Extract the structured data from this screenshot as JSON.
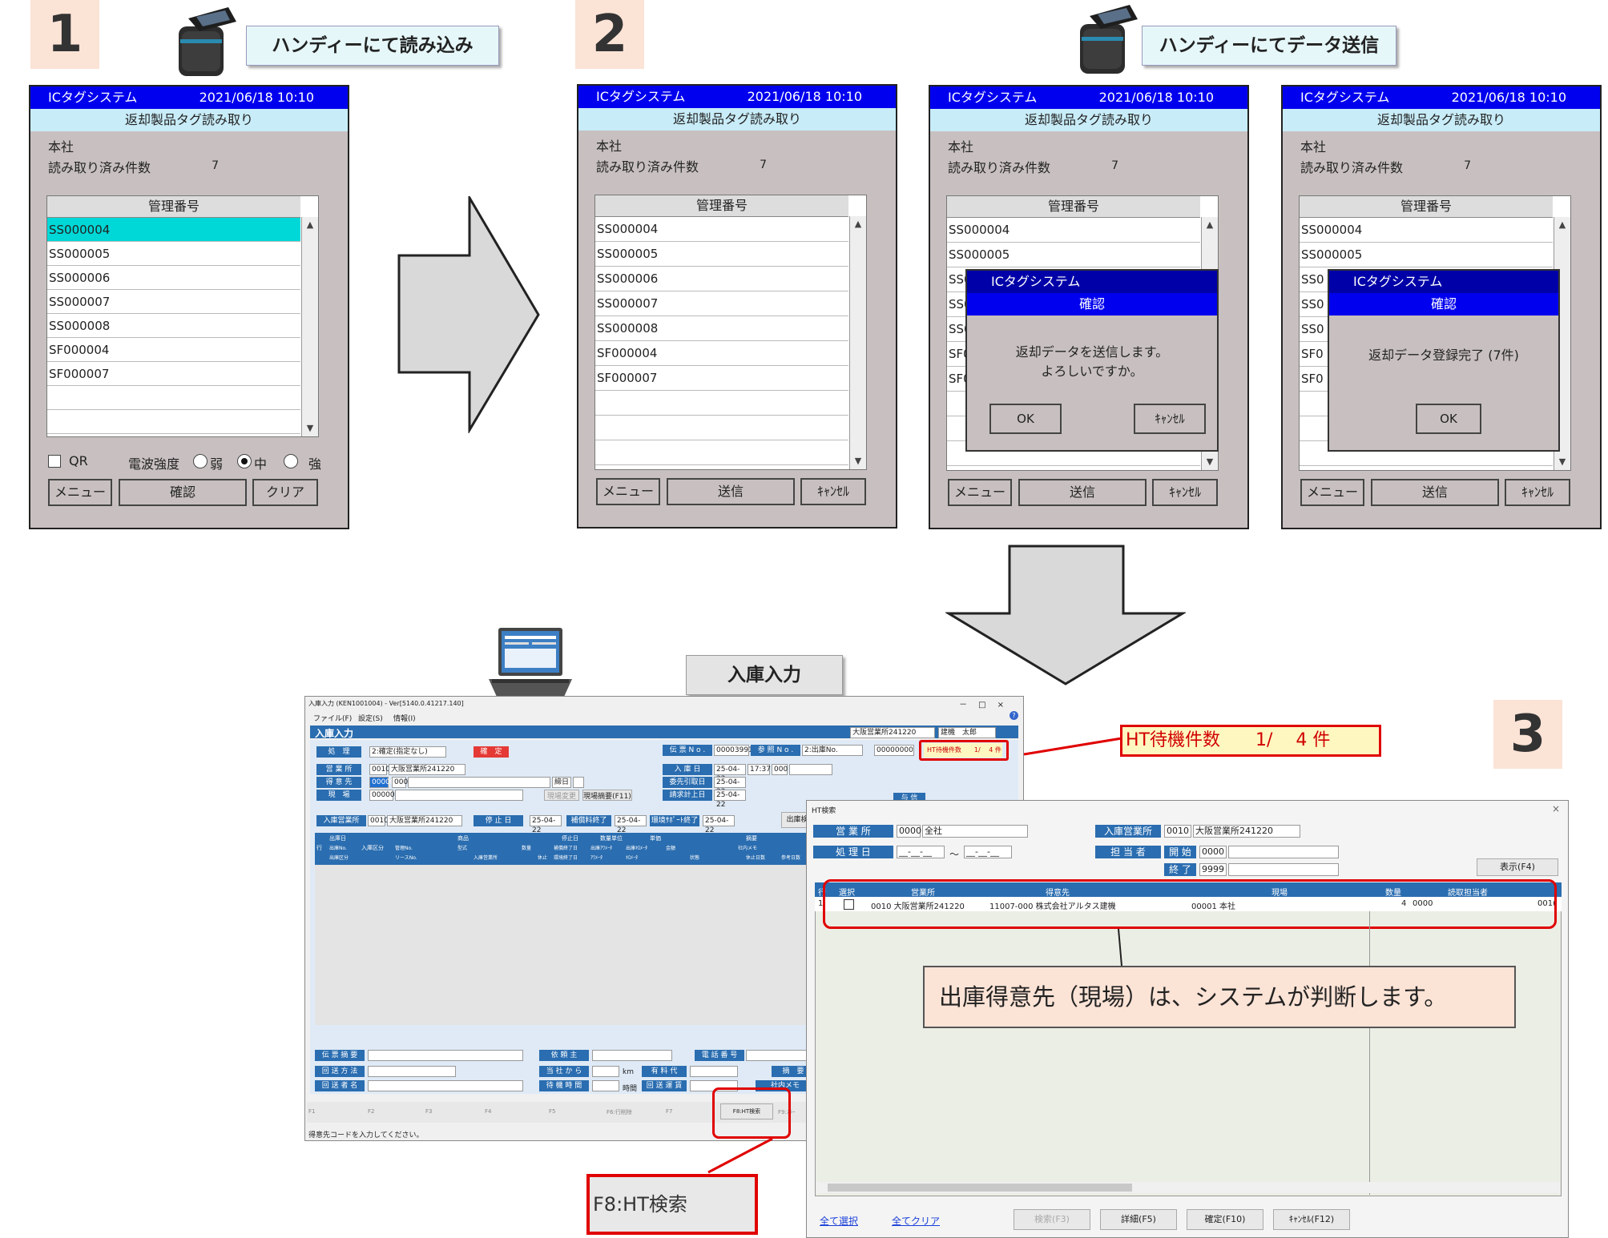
{
  "steps": {
    "s1": "1",
    "s2": "2",
    "s3": "3"
  },
  "labels": {
    "read": "ハンディーにて読み込み",
    "send": "ハンディーにてデータ送信",
    "nyuko": "入庫入力"
  },
  "handy": {
    "title": "ICタグシステム",
    "datetime": "2021/06/18 10:10",
    "subtitle": "返却製品タグ読み取り",
    "branch": "本社",
    "count_label": "読み取り済み件数",
    "count_value": "7",
    "list_header": "管理番号",
    "rows": [
      "SS000004",
      "SS000005",
      "SS000006",
      "SS000007",
      "SS000008",
      "SF000004",
      "SF000007"
    ],
    "row_prefix": [
      "SS0",
      "SS0",
      "SS0",
      "SF0",
      "SF0"
    ],
    "qr_label": "QR",
    "radio_label": "電波強度",
    "radio_weak": "弱",
    "radio_mid": "中",
    "radio_strong": "強",
    "btn_menu": "メニュー",
    "btn_confirm": "確認",
    "btn_clear": "クリア",
    "btn_send": "送信",
    "btn_cancel": "ｷｬﾝｾﾙ",
    "dialog": {
      "title": "ICタグシステム",
      "subtitle": "確認",
      "msg1": "返却データを送信します。",
      "msg2": "よろしいですか。",
      "ok": "OK",
      "cancel": "ｷｬﾝｾﾙ",
      "done_msg": "返却データ登録完了 (7件)"
    }
  },
  "win1": {
    "title": "入庫入力 (KEN1001004) - Ver[5140.0.41217.140]",
    "menu": [
      "ファイル(F)",
      "設定(S)",
      "情報(I)"
    ],
    "header": "入庫入力",
    "office": "大阪営業所241220",
    "user": "建機　太郎",
    "shori_label": "処　理",
    "shori_value": "2:確定(指定なし)",
    "kakutei": "確　定",
    "denpyo_label": "伝 票 N o .",
    "denpyo_value": "00003991",
    "sansho_label": "参 照 N o .",
    "sansho_value": "2:出庫No.",
    "sansho_num": "00000000",
    "ht_wait": "HT待機件数　　1/　 4 件",
    "eigyo_label": "営 業 所",
    "eigyo_code": "0010",
    "eigyo_name": "大阪営業所241220",
    "tokui_label": "得 意 先",
    "tokui_code": "00000",
    "tokui_sub": "000",
    "shime": "締日",
    "genba_label": "現　場",
    "genba_code": "00000",
    "genba_btn1": "現場変更",
    "genba_btn2": "現場摘要(F11)",
    "nyuko_label": "入 庫 日",
    "nyuko_date": "25-04-22",
    "nyuko_time": "17:37",
    "nyuko_num": "000",
    "hikitori_label": "委先引取日",
    "hikitori_date": "25-04-22",
    "seikyu_label": "請求計上日",
    "seikyu_date": "25-04-22",
    "yoshin": "与 信",
    "n_eigyo_label": "入庫営業所",
    "n_eigyo_code": "0010",
    "n_eigyo_name": "大阪営業所241220",
    "teishi_label": "停 止 日",
    "teishi_date": "25-04-22",
    "hosho_label": "補償料終了",
    "hosho_date": "25-04-22",
    "kankyo_label": "環境ｻﾎﾟｰﾄ終了",
    "kankyo_date": "25-04-22",
    "shukko_btn": "出庫検",
    "grid_cols": [
      "行",
      "出庫日",
      "入庫区分",
      "商品",
      "停止日",
      "数量単位",
      "単価",
      "摘要"
    ],
    "grid_cols2": [
      "出庫No.",
      "管理No.",
      "型式",
      "数量",
      "補償終了日",
      "出庫ｱﾜﾒｰﾀ",
      "出庫ｷﾛﾒｰﾀ",
      "金額",
      "社内メモ"
    ],
    "grid_cols3": [
      "出庫区分",
      "リースNo.",
      "入庫営業所",
      "休止",
      "環境終了日",
      "ｱﾜﾒｰﾀ",
      "ｷﾛﾒｰﾀ",
      "状態",
      "休止日数",
      "参考日数"
    ],
    "denpyo_tekiyo": "伝 票 摘 要",
    "irai": "依 頼 主",
    "denwa": "電 話 番 号",
    "kaiso": "回 送 方 法",
    "toshakara": "当 社 か ら",
    "km": "km",
    "yuryodai": "有 料 代",
    "tekiyo": "摘　要",
    "kaisosha": "回 送 者 名",
    "taiki": "待 機 時 間",
    "jikan": "時間",
    "kaiso_unchin": "回 送 運 賃",
    "shanai_memo": "社内メモ",
    "fkeys": [
      "F1",
      "F2",
      "F3",
      "F4",
      "F5",
      "F6:行削除",
      "F7",
      "F8:HT検索",
      "F9:ｽﾃｰ"
    ],
    "status": "得意先コードを入力してください。"
  },
  "zoom_f8": "F8:HT検索",
  "win2": {
    "title": "HT検索",
    "eigyo_label": "営 業 所",
    "eigyo_code": "0000",
    "eigyo_name": "全社",
    "n_eigyo_label": "入庫営業所",
    "n_eigyo_code": "0010",
    "n_eigyo_name": "大阪営業所241220",
    "shori_label": "処 理 日",
    "date_from": "__-__-__",
    "tilde": "～",
    "date_to": "__-__-__",
    "tanto_label": "担 当 者",
    "kaishi": "開 始",
    "kaishi_val": "0000",
    "shuryo": "終 了",
    "shuryo_val": "9999",
    "display_btn": "表示(F4)",
    "cols": [
      "行",
      "選択",
      "営業所",
      "得意先",
      "現場",
      "数量",
      "読取担当者"
    ],
    "row": {
      "no": "1",
      "eigyo": "0010 大阪営業所241220",
      "tokui": "11007-000 株式会社アルタス建機",
      "genba": "00001 本社",
      "qty": "4",
      "tanto": "0000",
      "extra": "001("
    },
    "link_all": "全て選択",
    "link_clear": "全てクリア",
    "btn_search": "検索(F3)",
    "btn_detail": "詳細(F5)",
    "btn_confirm": "確定(F10)",
    "btn_cancel": "ｷｬﾝｾﾙ(F12)"
  },
  "callouts": {
    "ht_wait": "HT待機件数　　1/　 4 件",
    "judge": "出庫得意先（現場）は、システムが判断します。"
  },
  "colors": {
    "accent_red": "#e00000",
    "handy_blue": "#0000ee",
    "win_blue": "#2a6db0",
    "step_bg": "#fbe3d6"
  }
}
